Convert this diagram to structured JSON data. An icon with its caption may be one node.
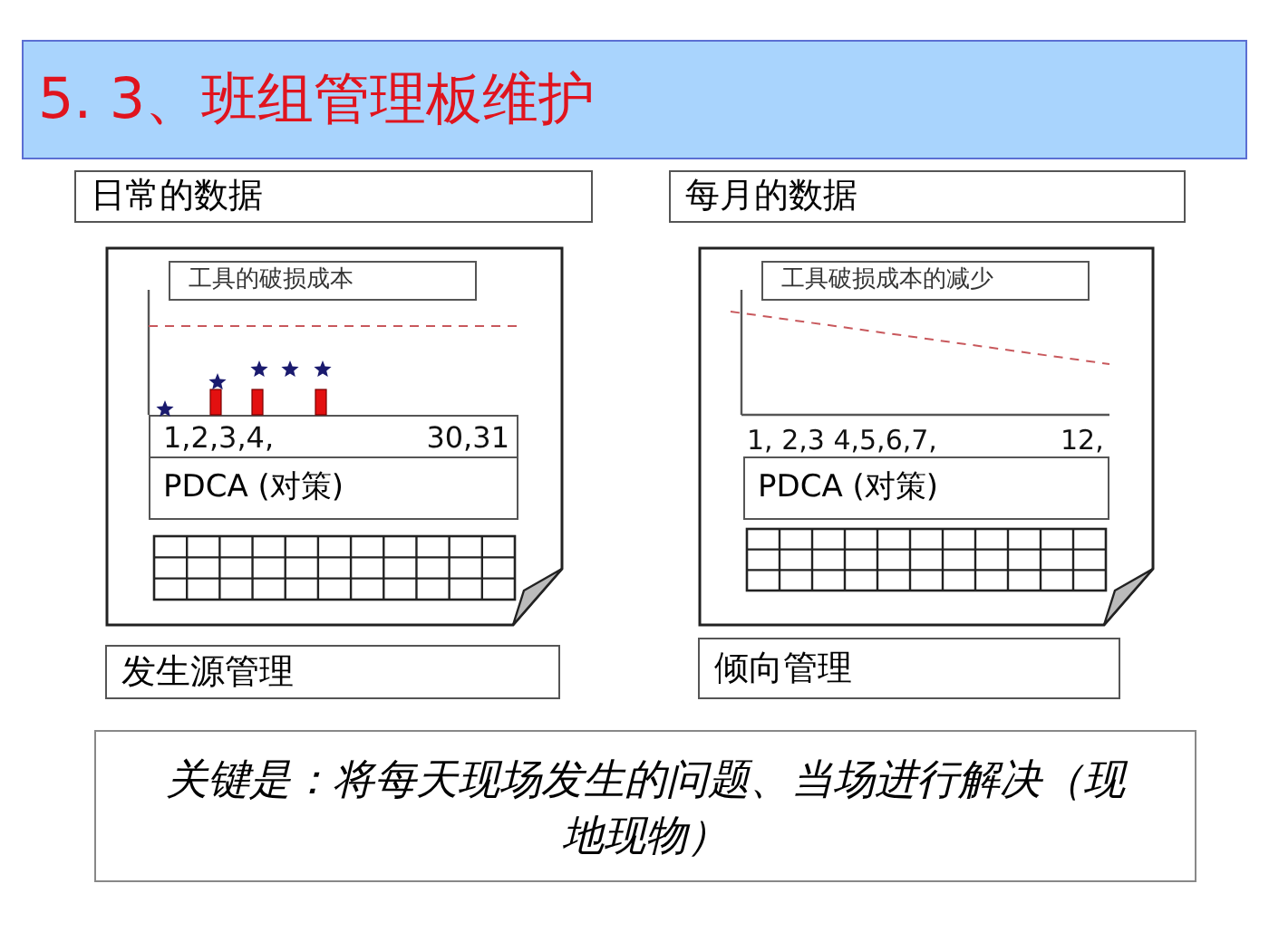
{
  "diagram": {
    "title": "5. 3、班组管理板维护",
    "nodes": [
      {
        "text": [
          "日常的数据"
        ]
      },
      {
        "text": [],
        "shape": "box"
      },
      {
        "text": [
          "工具的破损成本"
        ],
        "in": 1
      },
      {
        "text": [
          "1,2,3,4,",
          "30,31"
        ],
        "in": 1
      },
      {
        "text": [
          "PDCA (对策)"
        ],
        "in": 1
      },
      {
        "text": [
          "发生源管理"
        ]
      },
      {
        "text": [
          "每月的数据"
        ]
      },
      {
        "text": [],
        "shape": "box"
      },
      {
        "text": [
          "工具破损成本的减少"
        ],
        "in": 7
      },
      {
        "text": [
          "PDCA (对策)"
        ],
        "in": 7
      },
      {
        "text": [
          "倾向管理"
        ]
      },
      {
        "text": [
          "关键是：将每天现场发生的问题、当场进行解决（现地现物）"
        ]
      }
    ],
    "labels": [
      "1, 2,3 4,5,6,7,",
      "12,"
    ]
  }
}
